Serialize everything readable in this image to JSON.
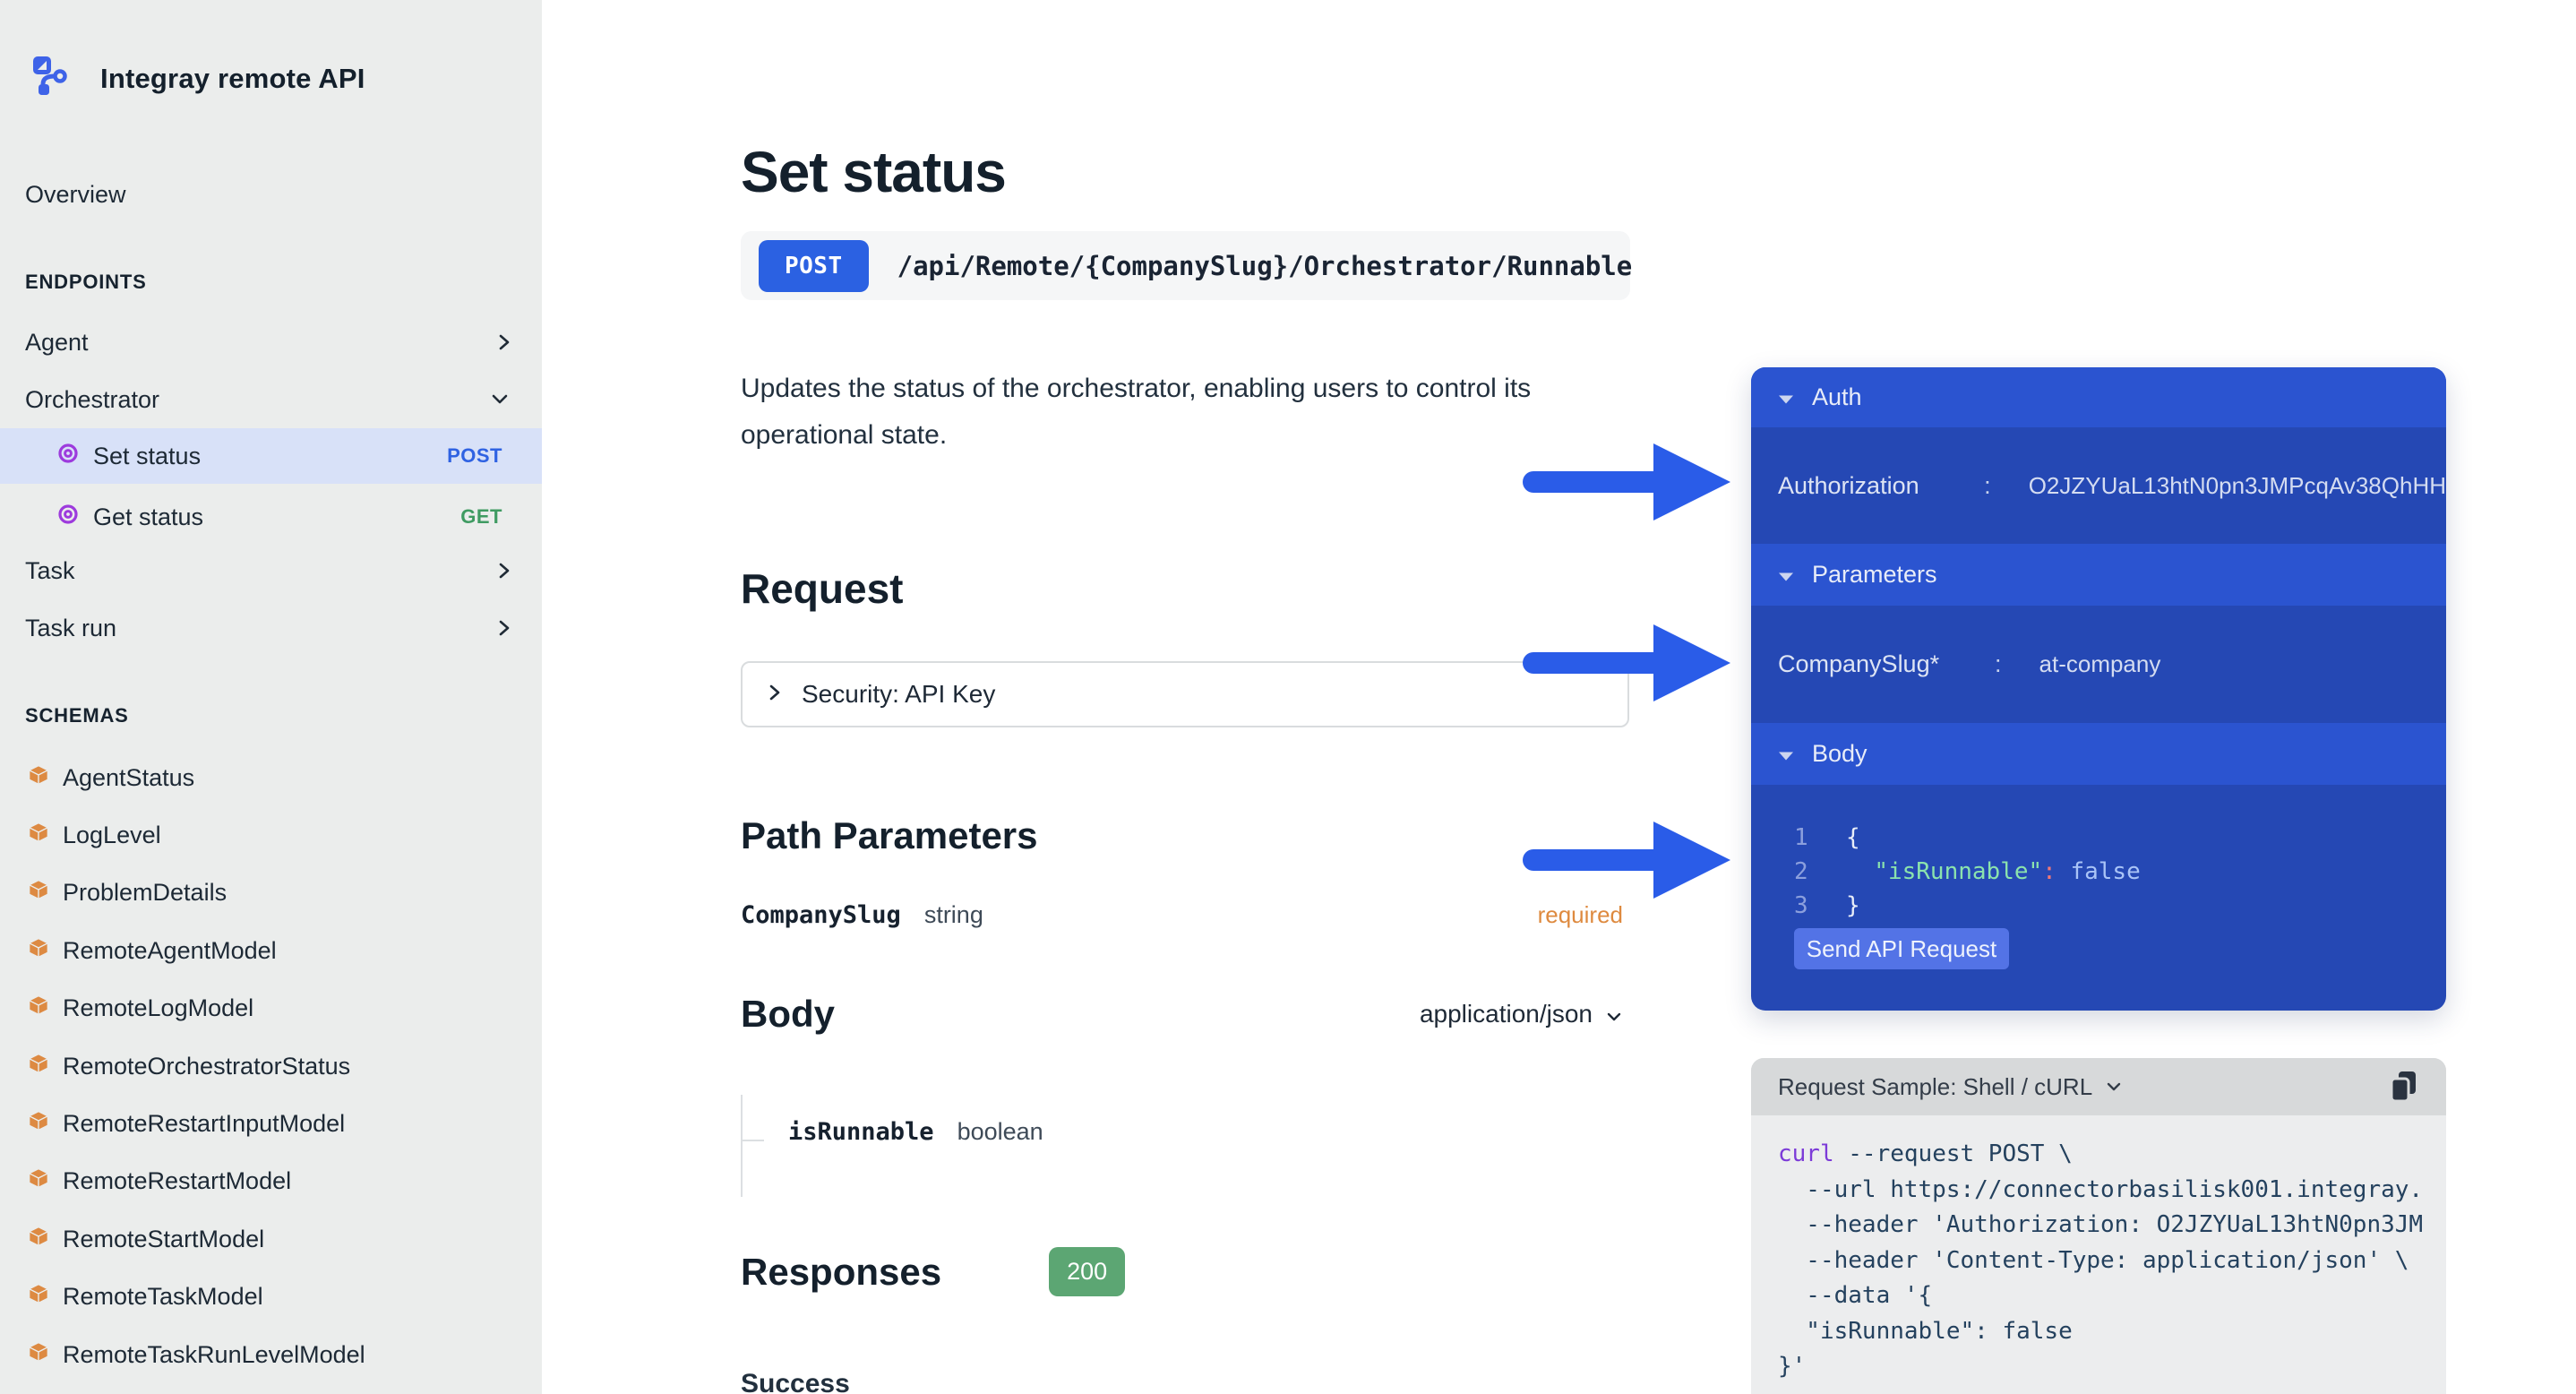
{
  "sidebar": {
    "app_title": "Integray remote API",
    "overview_label": "Overview",
    "endpoints_header": "ENDPOINTS",
    "groups": {
      "agent": {
        "label": "Agent",
        "state": "collapsed"
      },
      "orchestrator": {
        "label": "Orchestrator",
        "state": "expanded"
      },
      "task": {
        "label": "Task",
        "state": "collapsed"
      },
      "task_run": {
        "label": "Task run",
        "state": "collapsed"
      }
    },
    "operations": [
      {
        "label": "Set status",
        "method": "POST",
        "active": true
      },
      {
        "label": "Get status",
        "method": "GET",
        "active": false
      }
    ],
    "schemas_header": "SCHEMAS",
    "schemas": [
      "AgentStatus",
      "LogLevel",
      "ProblemDetails",
      "RemoteAgentModel",
      "RemoteLogModel",
      "RemoteOrchestratorStatus",
      "RemoteRestartInputModel",
      "RemoteRestartModel",
      "RemoteStartModel",
      "RemoteTaskModel",
      "RemoteTaskRunLevelModel"
    ]
  },
  "main": {
    "title": "Set status",
    "endpoint": {
      "method": "POST",
      "path": "/api/Remote/{CompanySlug}/Orchestrator/Runnable"
    },
    "description": "Updates the status of the orchestrator, enabling users to control its operational state.",
    "request_heading": "Request",
    "security_label": "Security: API Key",
    "path_parameters_heading": "Path Parameters",
    "path_parameter": {
      "name": "CompanySlug",
      "type": "string",
      "badge": "required"
    },
    "body_heading": "Body",
    "content_type": "application/json",
    "body_field": {
      "name": "isRunnable",
      "type": "boolean"
    },
    "responses_heading": "Responses",
    "response_code": "200",
    "partial_bottom_text": "Success"
  },
  "client_panel": {
    "auth_section": {
      "label": "Auth"
    },
    "auth_row": {
      "name": "Authorization",
      "separator": ":",
      "value": "O2JZYUaL13htN0pn3JMPcqAv38QhHH"
    },
    "parameters_section": {
      "label": "Parameters"
    },
    "parameter_row": {
      "name": "CompanySlug*",
      "separator": ":",
      "value": "at-company"
    },
    "body_section": {
      "label": "Body"
    },
    "body_code": {
      "line_numbers": [
        "1",
        "2",
        "3"
      ],
      "line1": "{",
      "line2_key": "\"isRunnable\"",
      "line2_colon": ":",
      "line2_value": " false",
      "line3": "}"
    },
    "send_button_label": "Send API Request"
  },
  "sample_panel": {
    "header_label": "Request Sample: Shell / cURL",
    "code": {
      "l1_keyword": "curl",
      "l1_rest": " --request POST \\",
      "l2": "  --url https://connectorbasilisk001.integray.",
      "l3": "  --header 'Authorization: O2JZYUaL13htN0pn3JM",
      "l4": "  --header 'Content-Type: application/json' \\",
      "l5": "  --data '{",
      "l6": "  \"isRunnable\": false",
      "l7": "}'"
    }
  },
  "colors": {
    "accent_arrow_blue": "#2a5ce8",
    "method_post_blue": "#2f62e2",
    "method_get_green": "#3f9b62",
    "post_badge_blue": "#2b61e2",
    "panel_header_blue": "#2b54d0",
    "panel_row_blue": "#2548b4",
    "send_button_blue": "#5373e6",
    "required_orange": "#de8a3f",
    "status_200_green": "#5ca673",
    "schema_icon_orange": "#dd8a42",
    "operation_icon_purple": "#9d3bdd",
    "json_key_green": "#8be3ad",
    "json_colon_red": "#f07878",
    "json_value_blue": "#aac4f7",
    "curl_keyword_purple": "#7c3bd8",
    "sidebar_bg": "#ebedec",
    "active_item_bg": "#d8e1f8"
  }
}
